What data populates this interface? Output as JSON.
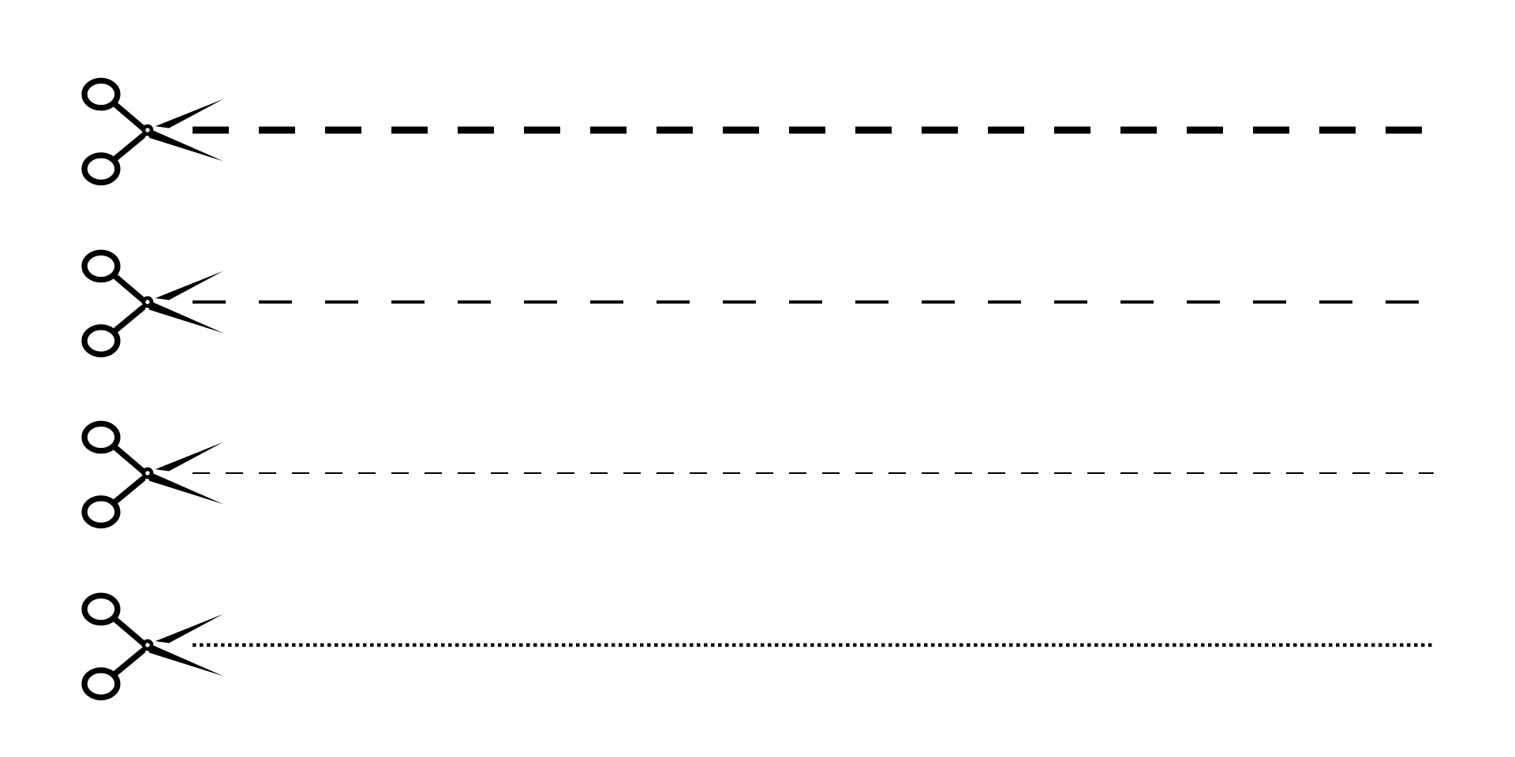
{
  "background": "#ffffff",
  "ink": "#000000",
  "icon": "scissors-icon",
  "cut_lines": [
    {
      "style": "bold-dashed"
    },
    {
      "style": "medium-dashed"
    },
    {
      "style": "thin-dashed"
    },
    {
      "style": "dotted"
    }
  ]
}
